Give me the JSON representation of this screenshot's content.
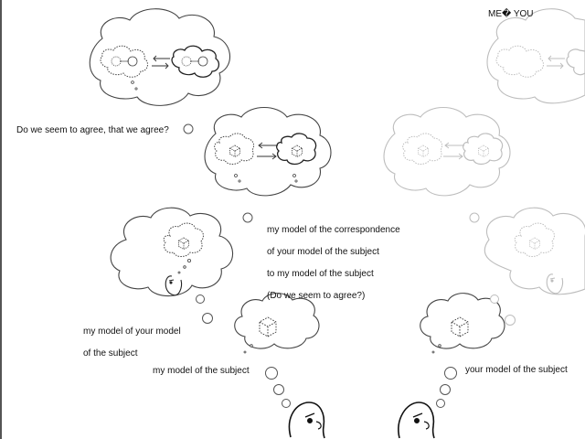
{
  "header": {
    "me": "ME",
    "separator": "\u0000",
    "you": "YOU",
    "display": "ME� YOU"
  },
  "labels": {
    "agree_question": "Do we seem to agree, that we agree?",
    "correspondence": [
      "my model of the correspondence",
      "of your model of the subject",
      "to my model of the subject",
      "(Do we seem to agree?)"
    ],
    "my_model_of_your_model": [
      "my model of your model",
      "of the subject"
    ],
    "my_model_of_subject": "my model of the subject",
    "your_model_of_subject": "your model of the subject"
  },
  "colors": {
    "ink": "#111111",
    "faded_ink": "#bdbdbd",
    "cloud_stroke": "#444444",
    "background": "#ffffff"
  }
}
